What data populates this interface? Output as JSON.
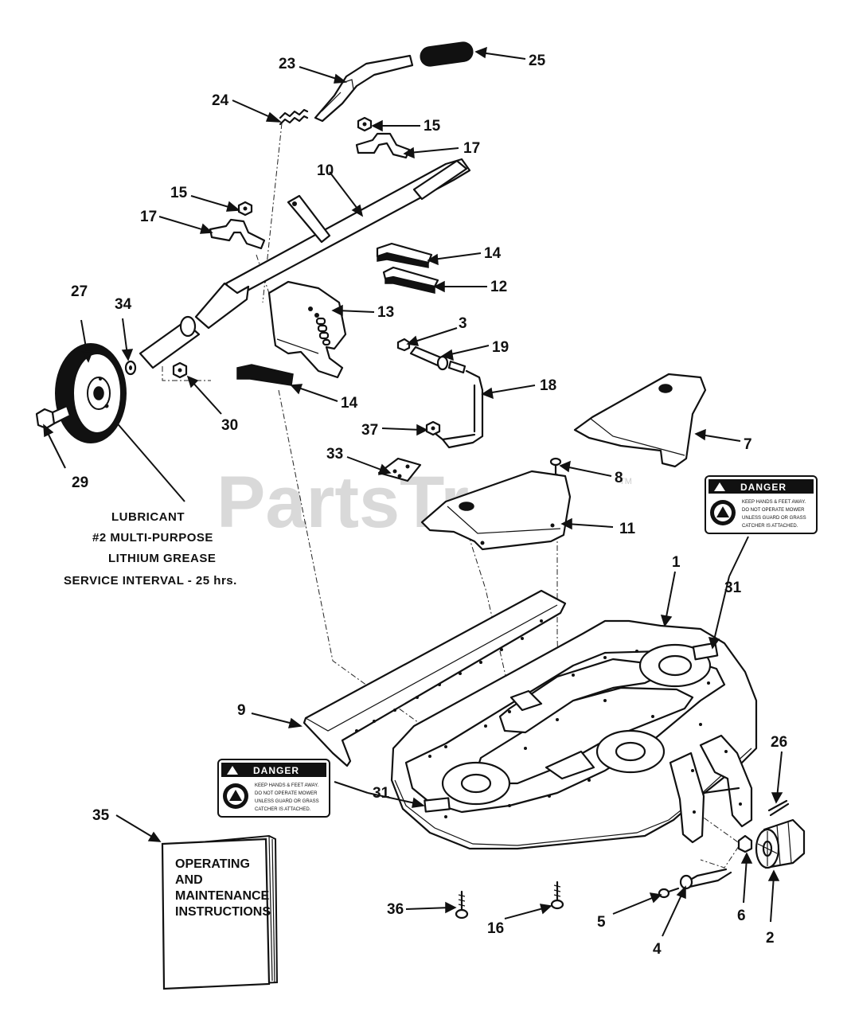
{
  "watermark": {
    "brand": "PartsTree",
    "mark": "TM"
  },
  "callouts": {
    "c1": "1",
    "c2": "2",
    "c3": "3",
    "c4": "4",
    "c5": "5",
    "c6": "6",
    "c7": "7",
    "c8": "8",
    "c9": "9",
    "c10": "10",
    "c11": "11",
    "c12": "12",
    "c13": "13",
    "c14a": "14",
    "c14b": "14",
    "c15a": "15",
    "c15b": "15",
    "c16": "16",
    "c17a": "17",
    "c17b": "17",
    "c18": "18",
    "c19": "19",
    "c23": "23",
    "c24": "24",
    "c25": "25",
    "c26": "26",
    "c27": "27",
    "c29": "29",
    "c30": "30",
    "c31a": "31",
    "c31b": "31",
    "c33": "33",
    "c34": "34",
    "c35": "35",
    "c36": "36",
    "c37": "37"
  },
  "lubricant_note": {
    "line1": "LUBRICANT",
    "line2": "#2 MULTI-PURPOSE",
    "line3": "LITHIUM GREASE",
    "line4": "SERVICE INTERVAL - 25 hrs."
  },
  "danger_decal": {
    "header": "DANGER",
    "line1": "KEEP HANDS & FEET AWAY.",
    "line2": "DO NOT OPERATE MOWER",
    "line3": "UNLESS GUARD OR GRASS",
    "line4": "CATCHER IS ATTACHED."
  },
  "manual": {
    "line1": "OPERATING",
    "line2": "AND",
    "line3": "MAINTENANCE",
    "line4": "INSTRUCTIONS"
  }
}
